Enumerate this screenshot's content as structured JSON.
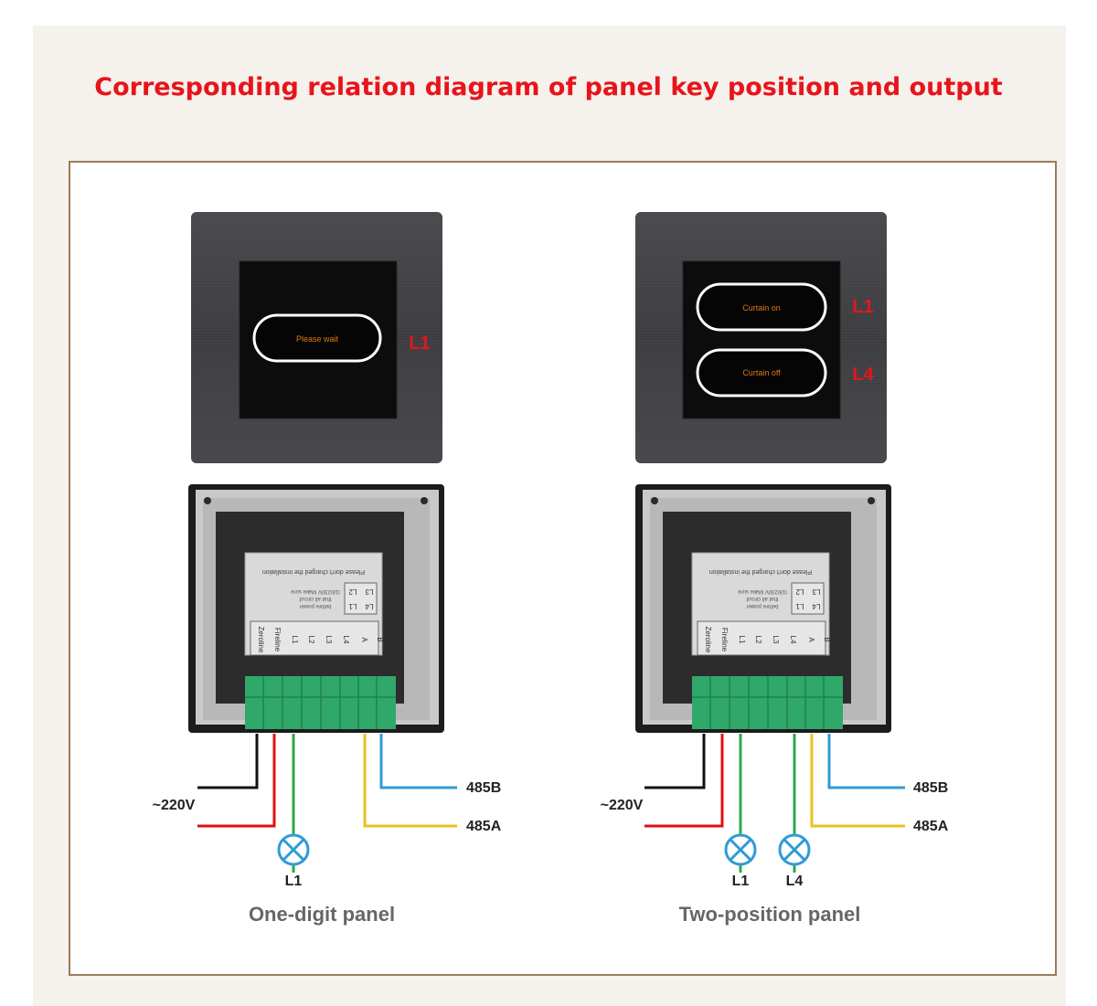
{
  "title": "Corresponding relation diagram of panel key position and output",
  "colors": {
    "title": "#e8141b",
    "frame_border": "#9b7b5d",
    "wire_black": "#111111",
    "wire_red": "#e01010",
    "wire_green": "#2fa84a",
    "wire_yellow": "#e6c31e",
    "wire_blue": "#2e9bd6",
    "key_text": "#e07b12",
    "terminal_green": "#2fa86a"
  },
  "left_panel": {
    "caption": "One-digit panel",
    "keys": [
      {
        "text": "Please wait",
        "output": "L1"
      }
    ],
    "power_label": "~220V",
    "bus_b": "485B",
    "bus_a": "485A",
    "lamps": [
      "L1"
    ]
  },
  "right_panel": {
    "caption": "Two-position panel",
    "keys": [
      {
        "text": "Curtain on",
        "output": "L1"
      },
      {
        "text": "Curtain off",
        "output": "L4"
      }
    ],
    "power_label": "~220V",
    "bus_b": "485B",
    "bus_a": "485A",
    "lamps": [
      "L1",
      "L4"
    ]
  },
  "back_label": {
    "notice": "Please don't charged the installation",
    "warning_1": "I18/230V Make sure",
    "warning_2": "that all circuit",
    "warning_3": "before power",
    "terminals": [
      "Zeroline",
      "Fireline",
      "L1",
      "L2",
      "L3",
      "L4",
      "A",
      "B"
    ],
    "small_grid": [
      "L2",
      "L3",
      "L1",
      "L4"
    ]
  }
}
